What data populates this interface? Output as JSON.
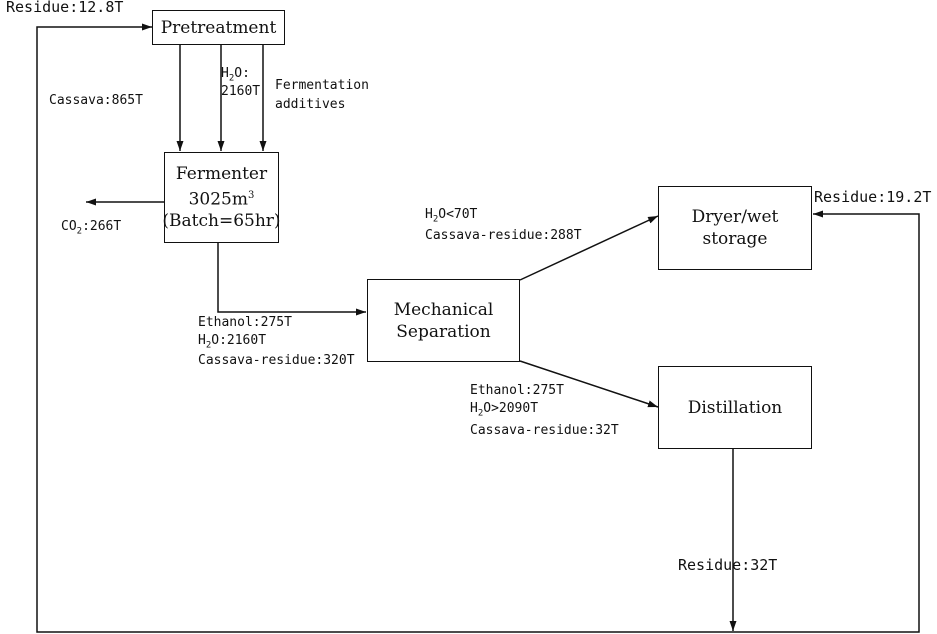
{
  "boxes": {
    "pretreatment": "Pretreatment",
    "fermenter": {
      "title": "Fermenter",
      "volume": "3025",
      "volume_unit": "m",
      "volume_exp": "3",
      "batch": "(Batch=65hr)"
    },
    "mechanical_separation": {
      "line1": "Mechanical",
      "line2": "Separation"
    },
    "dryer": {
      "line1": "Dryer/wet",
      "line2": "storage"
    },
    "distillation": "Distillation"
  },
  "labels": {
    "residue_pretreatment": "Residue:12.8T",
    "cassava_in": "Cassava:865T",
    "water_in": {
      "h": "H",
      "sub": "2",
      "o": "O:",
      "value": "2160T"
    },
    "additives": {
      "line1": "Fermentation",
      "line2": "additives"
    },
    "co2": {
      "c": "CO",
      "sub": "2",
      "rest": ":266T"
    },
    "fermenter_out": {
      "ethanol": "Ethanol:275T",
      "water": {
        "h": "H",
        "sub": "2",
        "rest": "O:2160T"
      },
      "residue": "Cassava-residue:320T"
    },
    "to_dryer": {
      "water": {
        "h": "H",
        "sub": "2",
        "rest": "O<70T"
      },
      "residue": "Cassava-residue:288T"
    },
    "to_distillation": {
      "ethanol": "Ethanol:275T",
      "water": {
        "h": "H",
        "sub": "2",
        "rest": "O>2090T"
      },
      "residue": "Cassava-residue:32T"
    },
    "residue_dryer": "Residue:19.2T",
    "residue_distillation": "Residue:32T"
  }
}
